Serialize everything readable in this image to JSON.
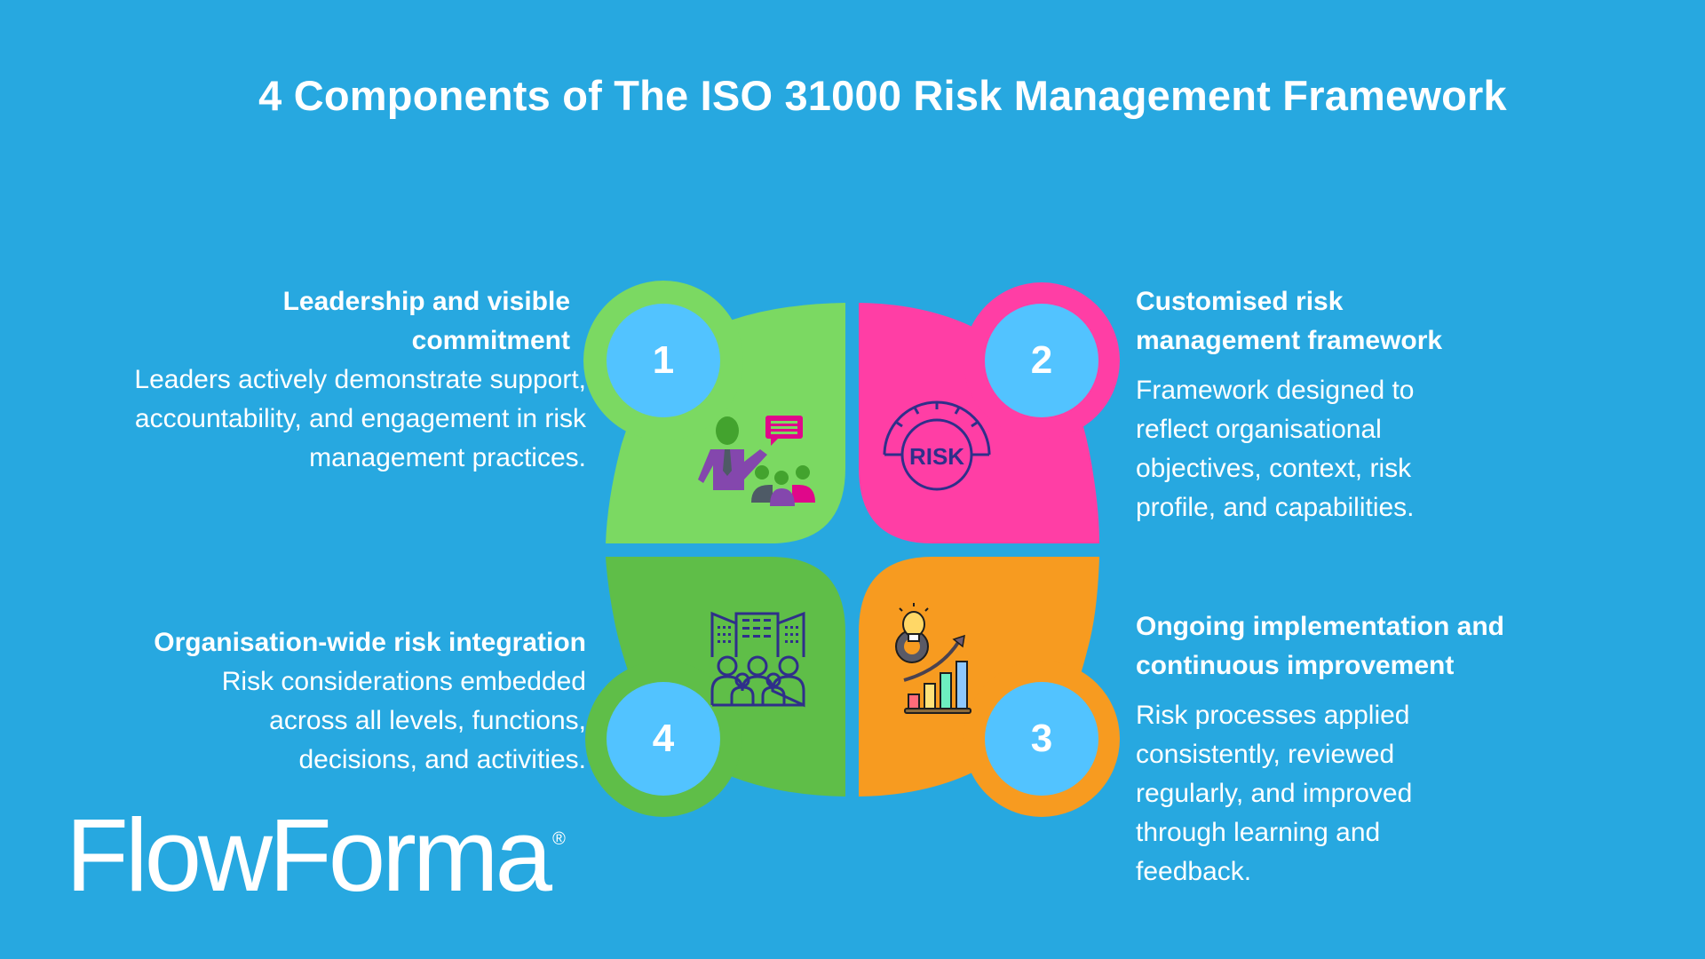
{
  "title": "4 Components of The ISO 31000 Risk Management Framework",
  "colors": {
    "background": "#27a8e0",
    "tile1": "#7bd962",
    "tile2": "#ff3ea5",
    "tile3": "#f79b20",
    "tile4": "#5fbe48",
    "number_circle": "#52c3ff",
    "icon_outline": "#2f2f8a"
  },
  "components": [
    {
      "number": "1",
      "heading_line1": "Leadership and visible",
      "heading_line2": "commitment",
      "body_line1": "Leaders actively demonstrate support,",
      "body_line2": "accountability, and engagement in risk",
      "body_line3": "management practices.",
      "icon": "presenter-audience-icon"
    },
    {
      "number": "2",
      "heading_line1": "Customised risk",
      "heading_line2": "management framework",
      "body_line1": "Framework designed to",
      "body_line2": "reflect organisational",
      "body_line3": "objectives, context, risk",
      "body_line4": "profile, and capabilities.",
      "icon": "risk-gauge-icon",
      "icon_text": "RISK"
    },
    {
      "number": "3",
      "heading_line1": "Ongoing implementation and",
      "heading_line2": "continuous improvement",
      "body_line1": "Risk processes applied",
      "body_line2": "consistently, reviewed",
      "body_line3": "regularly, and improved",
      "body_line4": "through learning and",
      "body_line5": "feedback.",
      "icon": "lightbulb-gear-growth-chart-icon"
    },
    {
      "number": "4",
      "heading_line1": "Organisation-wide risk integration",
      "body_line1": "Risk considerations embedded",
      "body_line2": "across all levels, functions,",
      "body_line3": "decisions, and activities.",
      "icon": "buildings-people-icon"
    }
  ],
  "logo": {
    "text": "FlowForma",
    "mark": "®"
  }
}
